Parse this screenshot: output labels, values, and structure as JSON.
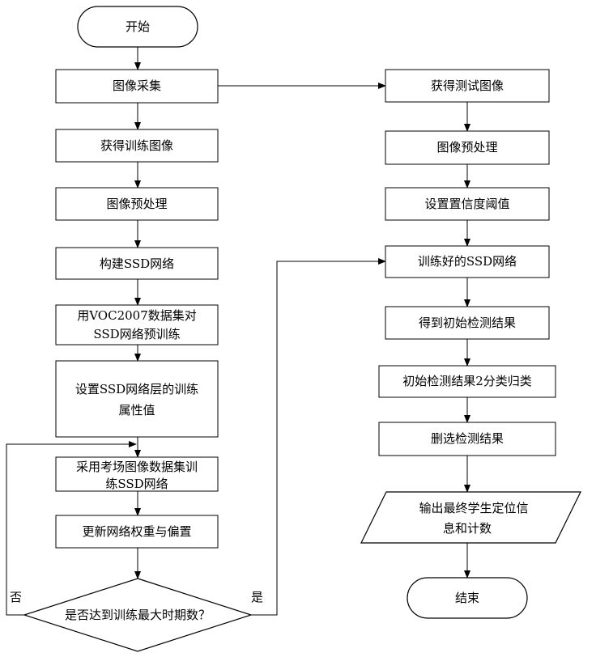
{
  "nodes": {
    "start": "开始",
    "capture": "图像采集",
    "get_train": "获得训练图像",
    "preprocess_left": "图像预处理",
    "build_ssd": "构建SSD网络",
    "voc_pretrain": [
      "用VOC2007数据集对",
      "SSD网络预训练"
    ],
    "set_attr": [
      "设置SSD网络层的训练",
      "属性值"
    ],
    "exam_train": [
      "采用考场图像数据集训",
      "练SSD网络"
    ],
    "update_weights": "更新网络权重与偏置",
    "decision": "是否达到训练最大时期数？",
    "get_test": "获得测试图像",
    "preprocess_right": "图像预处理",
    "threshold": "设置置信度阈值",
    "trained_ssd": "训练好的SSD网络",
    "initial_result": "得到初始检测结果",
    "classify": "初始检测结果2分类归类",
    "filter": "删选检测结果",
    "output": [
      "输出最终学生定位信",
      "息和计数"
    ],
    "end": "结束"
  },
  "branches": {
    "no": "否",
    "yes": "是"
  }
}
